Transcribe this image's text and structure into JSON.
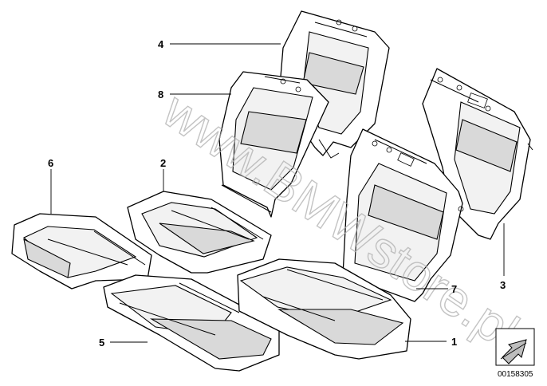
{
  "callouts": {
    "c1": "1",
    "c2": "2",
    "c3": "3",
    "c4": "4",
    "c5": "5",
    "c6": "6",
    "c7": "7",
    "c8": "8"
  },
  "watermark": "www.BMWstore.pl",
  "image_code": "00158305",
  "icons": {
    "legend": "direction-arrow-icon"
  }
}
